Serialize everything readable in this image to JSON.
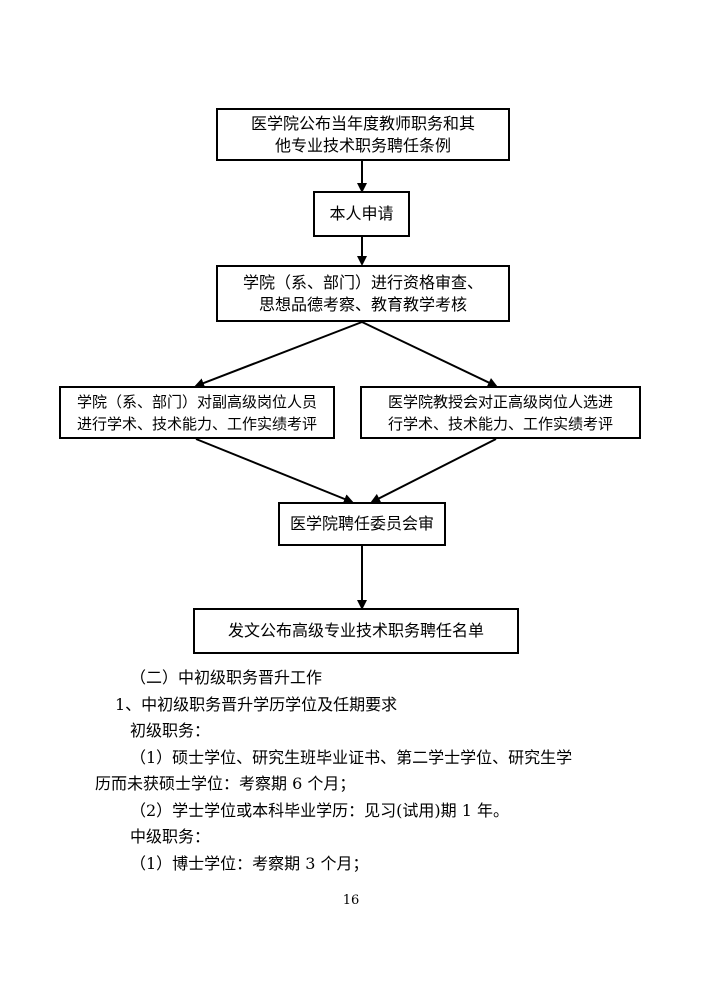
{
  "flowchart": {
    "box1": [
      "医学院公布当年度教师职务和其",
      "他专业技术职务聘任条例"
    ],
    "box2": "本人申请",
    "box3": [
      "学院（系、部门）进行资格审查、",
      "思想品德考察、教育教学考核"
    ],
    "box4": [
      "学院（系、部门）对副高级岗位人员",
      "进行学术、技术能力、工作实绩考评"
    ],
    "box5": [
      "医学院教授会对正高级岗位人选进",
      "行学术、技术能力、工作实绩考评"
    ],
    "box6": "医学院聘任委员会审",
    "box7": "发文公布高级专业技术职务聘任名单"
  },
  "text": {
    "section_heading": "（二）中初级职务晋升工作",
    "item1": "1、中初级职务晋升学历学位及任期要求",
    "junior_label": "初级职务：",
    "junior_1_line1": "（1）硕士学位、研究生班毕业证书、第二学士学位、研究生学",
    "junior_1_line2": "历而未获硕士学位：考察期 6 个月；",
    "junior_2": "（2）学士学位或本科毕业学历：见习(试用)期 1 年。",
    "middle_label": "中级职务：",
    "middle_1": "（1）博士学位：考察期 3 个月；"
  },
  "page_number": "16"
}
